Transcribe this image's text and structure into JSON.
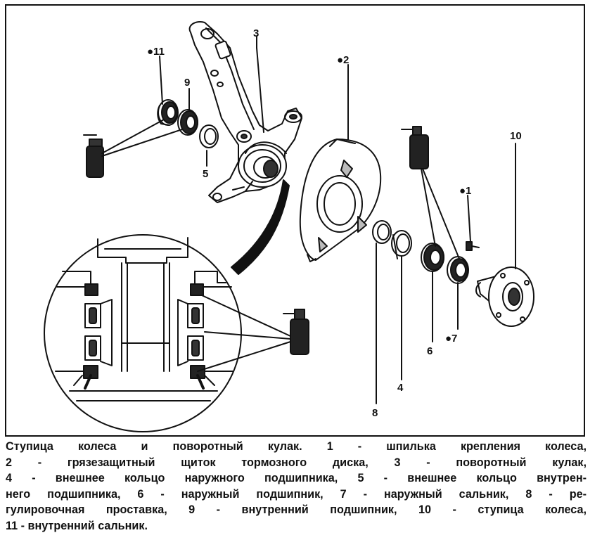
{
  "figure": {
    "labels": {
      "n1": "●1",
      "n2": "●2",
      "n3": "3",
      "n4": "4",
      "n5": "5",
      "n6": "6",
      "n7": "●7",
      "n8": "8",
      "n9": "9",
      "n10": "10",
      "n11": "●11"
    }
  },
  "caption": {
    "lines": [
      "Ступица колеса и поворотный кулак. 1 - шпилька крепления колеса,",
      "2 - грязезащитный щиток тормозного диска, 3 - поворотный кулак,",
      "4 - внешнее кольцо наружного подшипника, 5 - внешнее кольцо внутрен-",
      "него подшипника, 6 - наружный подшипник, 7 - наружный сальник, 8 - ре-",
      "гулировочная проставка, 9 - внутренний подшипник, 10 - ступица колеса,",
      "11 - внутренний сальник."
    ]
  }
}
